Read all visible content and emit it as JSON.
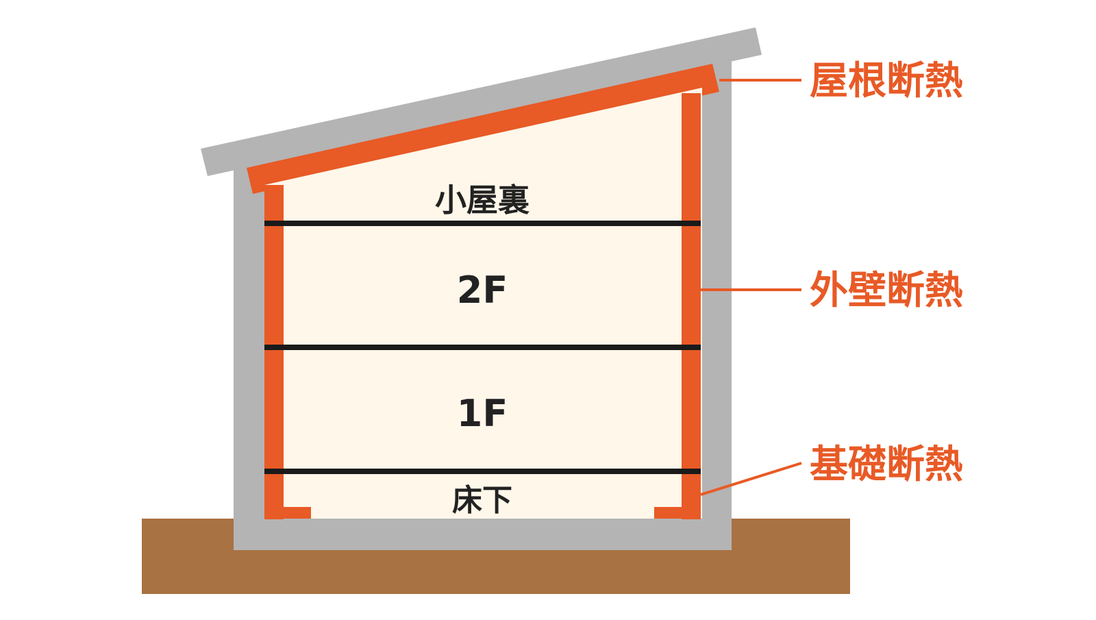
{
  "rooms": {
    "attic": "小屋裏",
    "second_floor": "2F",
    "first_floor": "1F",
    "underfloor": "床下"
  },
  "callouts": {
    "roof": "屋根断熱",
    "wall": "外壁断熱",
    "foundation": "基礎断熱"
  },
  "colors": {
    "ground": "#A87242",
    "structure": "#B4B4B4",
    "insulation": "#E85A26",
    "interior": "#FEF7EA",
    "floor_line": "#1A1A1A",
    "room_text": "#222222"
  }
}
